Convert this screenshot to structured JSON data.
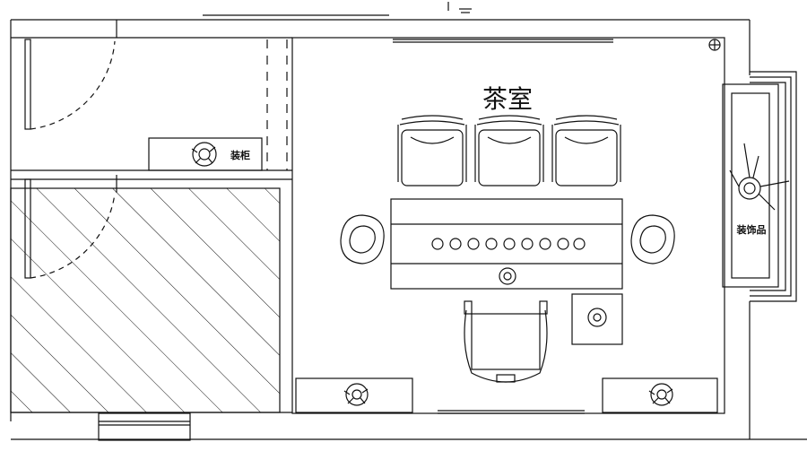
{
  "room": {
    "title": "茶室"
  },
  "labels": {
    "cabinet": "装柜",
    "ornament": "装饰品"
  },
  "colors": {
    "line": "#111111",
    "background": "#ffffff"
  },
  "table": {
    "cup_count": 9
  },
  "chairs": {
    "count": 3
  }
}
